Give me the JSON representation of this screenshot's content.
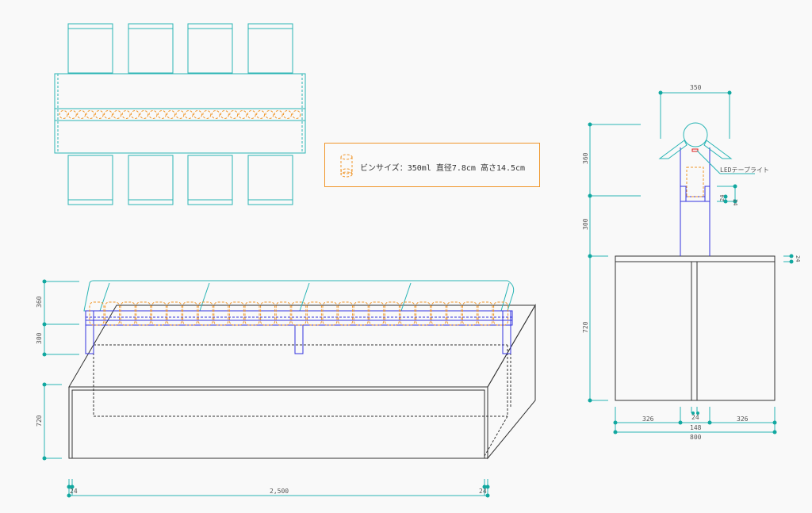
{
  "legend": {
    "bin_size": "ビンサイズ：350ml 直径7.8cm 高さ14.5cm"
  },
  "side_view": {
    "led_label": "LEDテープライト",
    "dim_width_top": "350",
    "dim_upper": "360",
    "dim_lower": "300",
    "dim_table": "720",
    "dim_shelf_a": "24",
    "dim_shelf_b": "24",
    "dim_top_thickness": "24",
    "dim_left": "326",
    "dim_center": "24",
    "dim_right": "326",
    "dim_mid": "148",
    "dim_total": "800"
  },
  "front_view": {
    "dim_upper": "360",
    "dim_lower": "300",
    "dim_table": "720",
    "dim_left_leg": "24",
    "dim_total": "2,500",
    "dim_right_leg": "24"
  },
  "colors": {
    "teal": "#2ab5b5",
    "blue": "#3333e0",
    "orange": "#f0962a",
    "line": "#333333"
  }
}
